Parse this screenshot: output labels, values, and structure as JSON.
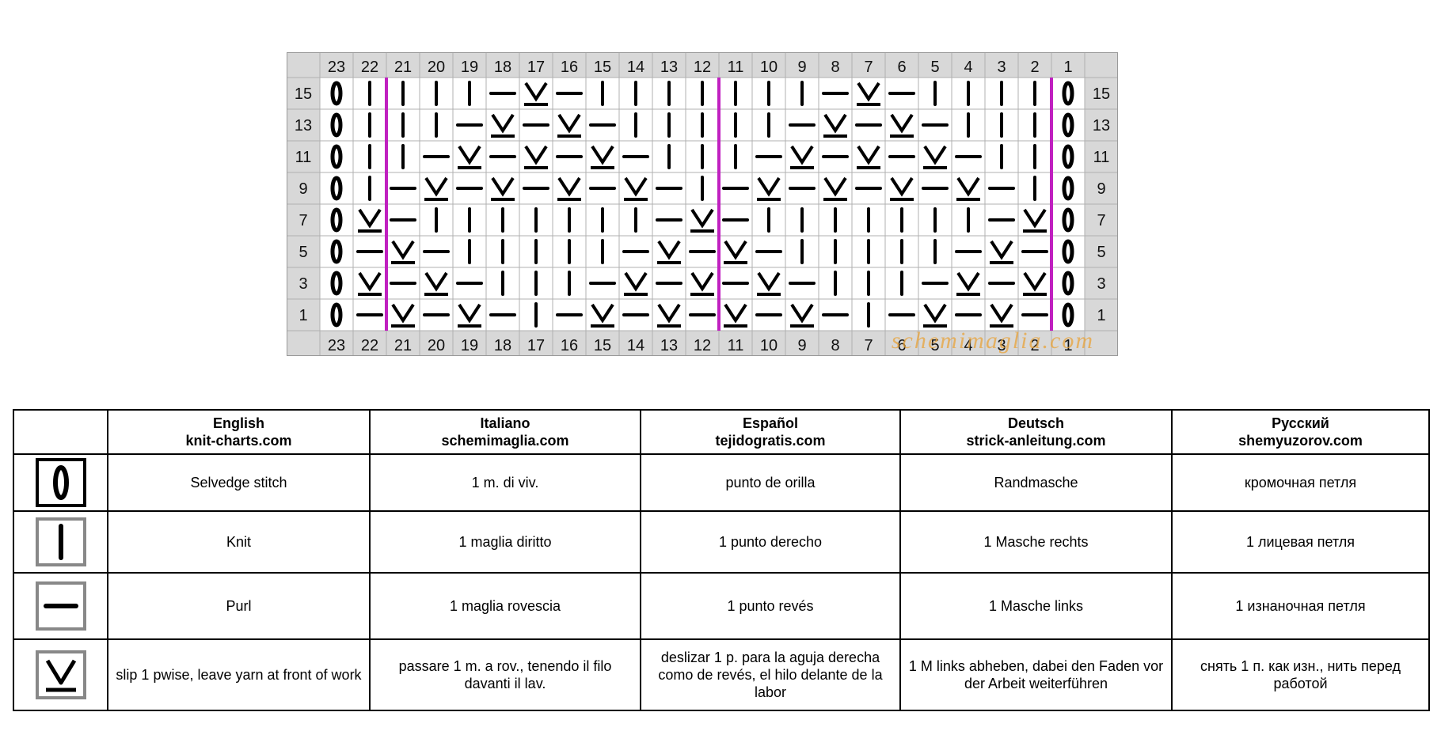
{
  "chart": {
    "columns_left_to_right": [
      "23",
      "22",
      "21",
      "20",
      "19",
      "18",
      "17",
      "16",
      "15",
      "14",
      "13",
      "12",
      "11",
      "10",
      "9",
      "8",
      "7",
      "6",
      "5",
      "4",
      "3",
      "2",
      "1"
    ],
    "rows_top_to_bottom": [
      {
        "label": "15",
        "pattern": "OKKKKPSPKKKKKKKPSPKKKKO"
      },
      {
        "label": "13",
        "pattern": "OKKKPSPSPKKKKKPSPSPKKKO"
      },
      {
        "label": "11",
        "pattern": "OKKPSPSPSPKKKPSPSPSPKKO"
      },
      {
        "label": "9",
        "pattern": "OKPSPSPSPSPKPSPSPSPSPKO"
      },
      {
        "label": "7",
        "pattern": "OSPKKKKKKKPSPKKKKKKKPSO"
      },
      {
        "label": "5",
        "pattern": "OPSPKKKKKPSPSPKKKKKPSPO"
      },
      {
        "label": "3",
        "pattern": "OSPSPKKKPSPSPSPKKKPSPSO"
      },
      {
        "label": "1",
        "pattern": "OPSPSPKPSPSPSPSPKPSPSPO"
      }
    ],
    "repeat_marker_color": "#c020c0",
    "grid_color": "#b0b0b0",
    "header_color": "#d8d8d8",
    "watermark": "schemimaglia.com"
  },
  "legend": {
    "headers": [
      {
        "lang": "English",
        "site": "knit-charts.com"
      },
      {
        "lang": "Italiano",
        "site": "schemimaglia.com"
      },
      {
        "lang": "Español",
        "site": "tejidogratis.com"
      },
      {
        "lang": "Deutsch",
        "site": "strick-anleitung.com"
      },
      {
        "lang": "Русский",
        "site": "shemyuzorov.com"
      }
    ],
    "rows": [
      {
        "icon": "selvedge-icon",
        "cells": [
          "Selvedge stitch",
          "1 m. di viv.",
          "punto de orilla",
          "Randmasche",
          "кромочная петля"
        ]
      },
      {
        "icon": "knit-icon",
        "cells": [
          "Knit",
          "1 maglia diritto",
          "1 punto derecho",
          "1 Masche rechts",
          "1 лицевая петля"
        ]
      },
      {
        "icon": "purl-icon",
        "cells": [
          "Purl",
          "1 maglia rovescia",
          "1 punto revés",
          "1 Masche links",
          "1 изнаночная петля"
        ]
      },
      {
        "icon": "slip-icon",
        "cells": [
          "slip 1 pwise, leave yarn at front of work",
          "passare 1 m. a rov., tenendo il filo davanti il lav.",
          "deslizar 1 p. para la aguja derecha como de revés, el hilo delante de la labor",
          "1 M links abheben, dabei den Faden vor der Arbeit weiterführen",
          "снять 1 п. как изн., нить перед работой"
        ]
      }
    ]
  }
}
